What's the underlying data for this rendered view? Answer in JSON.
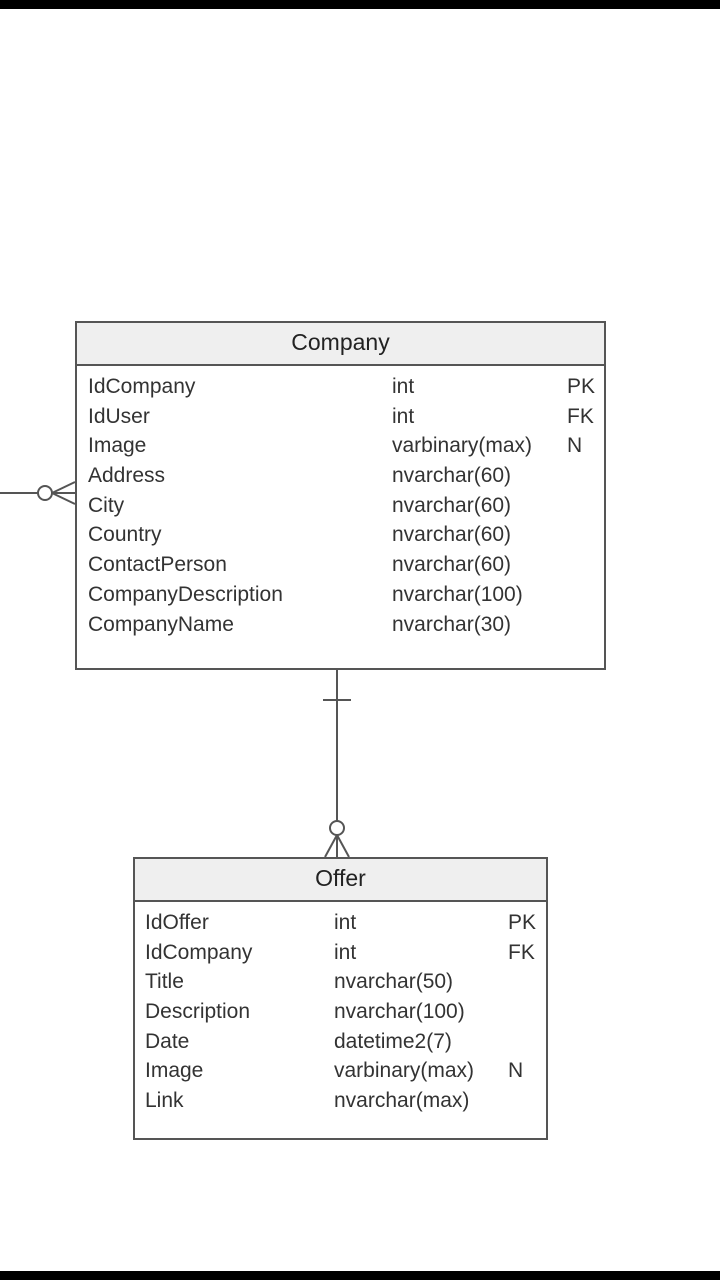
{
  "entities": {
    "company": {
      "title": "Company",
      "rows": [
        {
          "name": "IdCompany",
          "type": "int",
          "key": "PK"
        },
        {
          "name": "IdUser",
          "type": "int",
          "key": "FK"
        },
        {
          "name": "Image",
          "type": "varbinary(max)",
          "key": "N"
        },
        {
          "name": "Address",
          "type": "nvarchar(60)",
          "key": ""
        },
        {
          "name": "City",
          "type": "nvarchar(60)",
          "key": ""
        },
        {
          "name": "Country",
          "type": "nvarchar(60)",
          "key": ""
        },
        {
          "name": "ContactPerson",
          "type": "nvarchar(60)",
          "key": ""
        },
        {
          "name": "CompanyDescription",
          "type": "nvarchar(100)",
          "key": ""
        },
        {
          "name": "CompanyName",
          "type": "nvarchar(30)",
          "key": ""
        }
      ]
    },
    "offer": {
      "title": "Offer",
      "rows": [
        {
          "name": "IdOffer",
          "type": "int",
          "key": "PK"
        },
        {
          "name": "IdCompany",
          "type": "int",
          "key": "FK"
        },
        {
          "name": "Title",
          "type": "nvarchar(50)",
          "key": ""
        },
        {
          "name": "Description",
          "type": "nvarchar(100)",
          "key": ""
        },
        {
          "name": "Date",
          "type": "datetime2(7)",
          "key": ""
        },
        {
          "name": "Image",
          "type": "varbinary(max)",
          "key": "N"
        },
        {
          "name": "Link",
          "type": "nvarchar(max)",
          "key": ""
        }
      ]
    }
  },
  "colors": {
    "border": "#555555",
    "header_bg": "#efefef",
    "text": "#333333"
  }
}
